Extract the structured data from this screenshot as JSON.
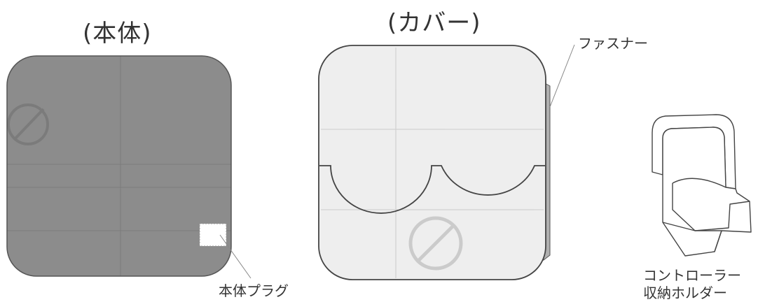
{
  "titles": {
    "body": "(本体)",
    "cover": "(カバー)"
  },
  "callouts": {
    "fastener": "ファスナー",
    "body_plug": "本体プラグ",
    "controller_holder_line1": "コントローラー",
    "controller_holder_line2": "収納ホルダー"
  },
  "colors": {
    "body_fill": "#8c8c8c",
    "cover_fill": "#eeeeee",
    "outline": "#444444",
    "text": "#333333"
  }
}
